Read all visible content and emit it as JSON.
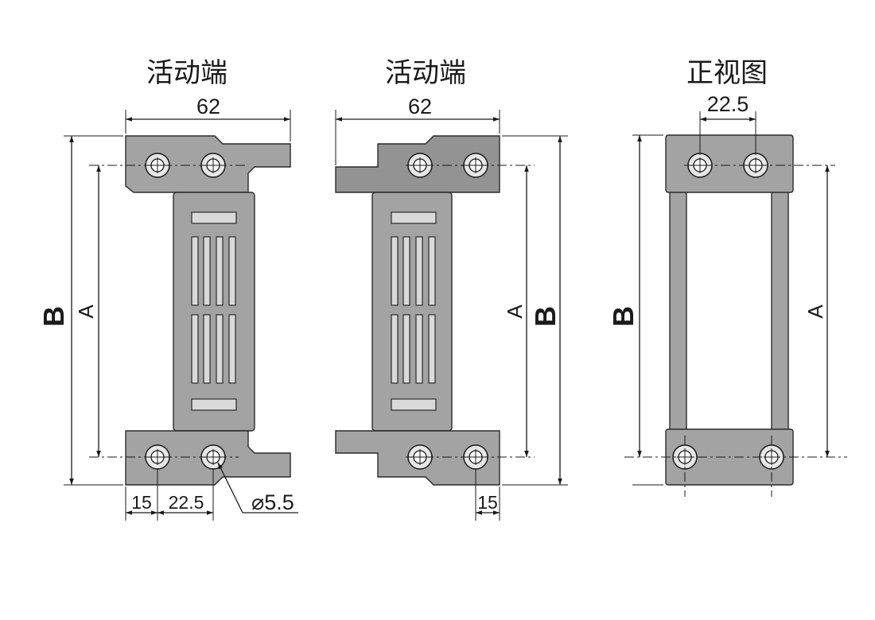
{
  "views": {
    "left": {
      "title": "活动端",
      "width_dim": "62",
      "overall_length_label": "B",
      "pitch_label": "A",
      "edge_offset_dim": "15",
      "hole_pitch_dim": "22.5",
      "hole_diameter_dim": "⌀5.5"
    },
    "middle": {
      "title": "活动端",
      "width_dim": "62",
      "overall_length_label": "B",
      "pitch_label": "A",
      "edge_offset_dim": "15"
    },
    "right": {
      "title": "正视图",
      "hole_pitch_dim": "22.5",
      "overall_length_label": "B",
      "pitch_label": "A"
    }
  },
  "colors": {
    "part_fill": "#a3a3a3",
    "part_fill_dark": "#939393",
    "slot_fill": "#d9d9d9",
    "line": "#1a1a1a",
    "background": "#ffffff"
  }
}
